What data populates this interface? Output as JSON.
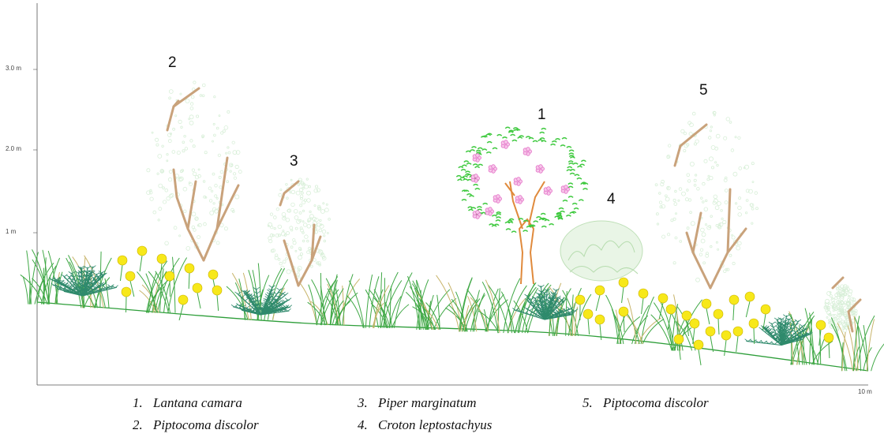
{
  "axis": {
    "y_labels": [
      "3.0 m",
      "2.0 m",
      "1 m"
    ],
    "x_end_label": "10 m"
  },
  "plant_numbers": [
    "1",
    "2",
    "3",
    "4",
    "5"
  ],
  "legend": [
    {
      "num": "1.",
      "name": "Lantana camara"
    },
    {
      "num": "2.",
      "name": "Piptocoma discolor"
    },
    {
      "num": "3.",
      "name": "Piper marginatum"
    },
    {
      "num": "4.",
      "name": "Croton leptostachyus"
    },
    {
      "num": "5.",
      "name": "Piptocoma discolor"
    }
  ],
  "colors": {
    "ground": "#2e9e3a",
    "axis": "#333333",
    "grass": "#3fa845",
    "grass_tan": "#c8b46a",
    "fern": "#2f8a6c",
    "yellow_flower": "#f7e81a",
    "branch": "#c8a27a",
    "lantana_leaf": "#3ec93e",
    "lantana_flower": "#e36fc6",
    "trunk": "#e08a3c",
    "croton": "#cfe8c8",
    "foliage_dots": "#d8efd8"
  }
}
